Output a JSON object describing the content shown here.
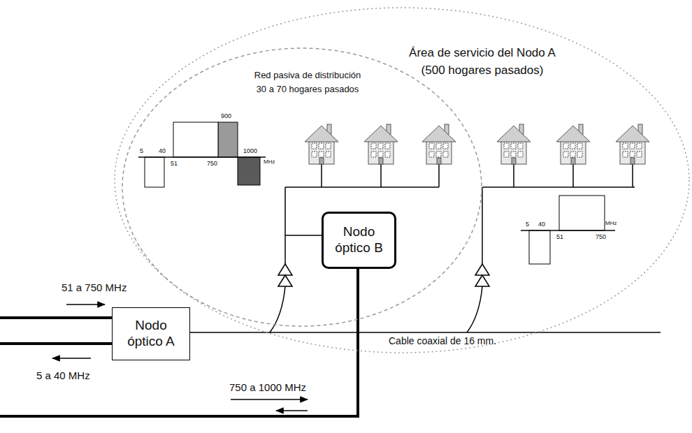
{
  "diagram": {
    "nodes": [
      {
        "text": [
          "Área de servicio del Nodo A",
          "(500 hogares pasados)"
        ]
      },
      {
        "text": [
          "Red pasiva de distribución",
          "30 a 70 hogares pasados"
        ],
        "in": 0
      },
      {
        "text": [
          "Nodo óptico B"
        ],
        "in": 1
      },
      {
        "text": [
          "Nodo óptico A"
        ]
      }
    ],
    "labels": [
      "51 a 750 MHz",
      "5 a 40 MHz",
      "750 a 1000 MHz",
      "Cable coaxial de 16 mm.",
      "5",
      "40",
      "51",
      "750",
      "900",
      "1000",
      "MHz",
      "5",
      "40",
      "51",
      "750",
      "MHz"
    ]
  }
}
